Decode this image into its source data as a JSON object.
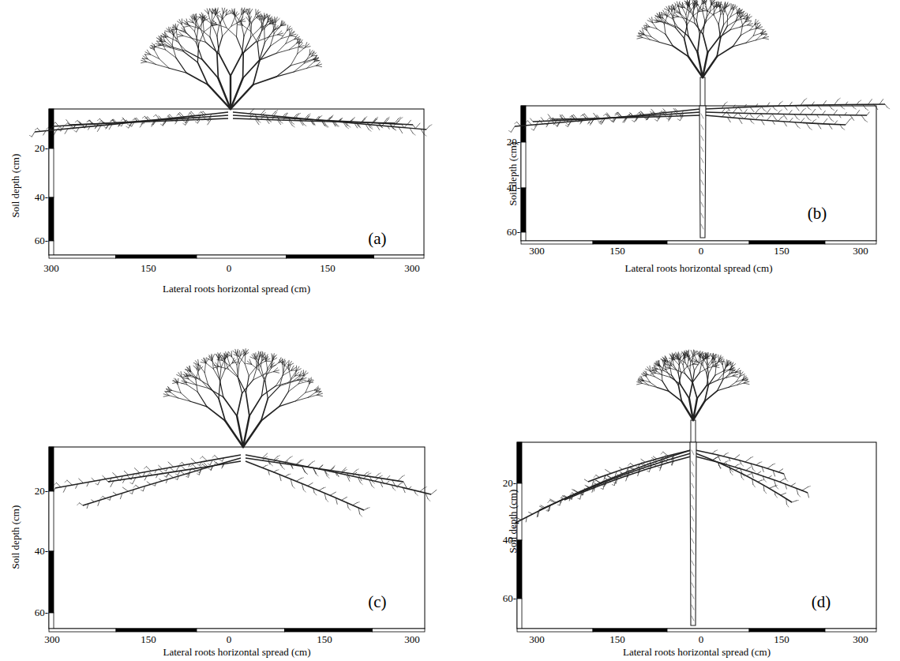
{
  "diagram": {
    "labels": [
      "Soil depth (cm)",
      "20-",
      "40-",
      "60-",
      "300",
      "150",
      "0",
      "150",
      "300",
      "Lateral roots horizontal spread (cm)",
      "(a)",
      "Soil depth (cm)",
      "20-",
      "40-",
      "60-",
      "300",
      "150",
      "0",
      "150",
      "300",
      "Lateral roots horizontal spread (cm)",
      "(b)",
      "Soil depth (cm)",
      "20-",
      "40-",
      "60-",
      "300",
      "150",
      "0",
      "150",
      "300",
      "Lateral roots horizontal spread (cm)",
      "(c)",
      "Soil depth (cm)",
      "20-",
      "40-",
      "60-",
      "300",
      "150",
      "0",
      "150",
      "300",
      "Lateral roots horizontal spread (cm)",
      "(d)"
    ]
  }
}
